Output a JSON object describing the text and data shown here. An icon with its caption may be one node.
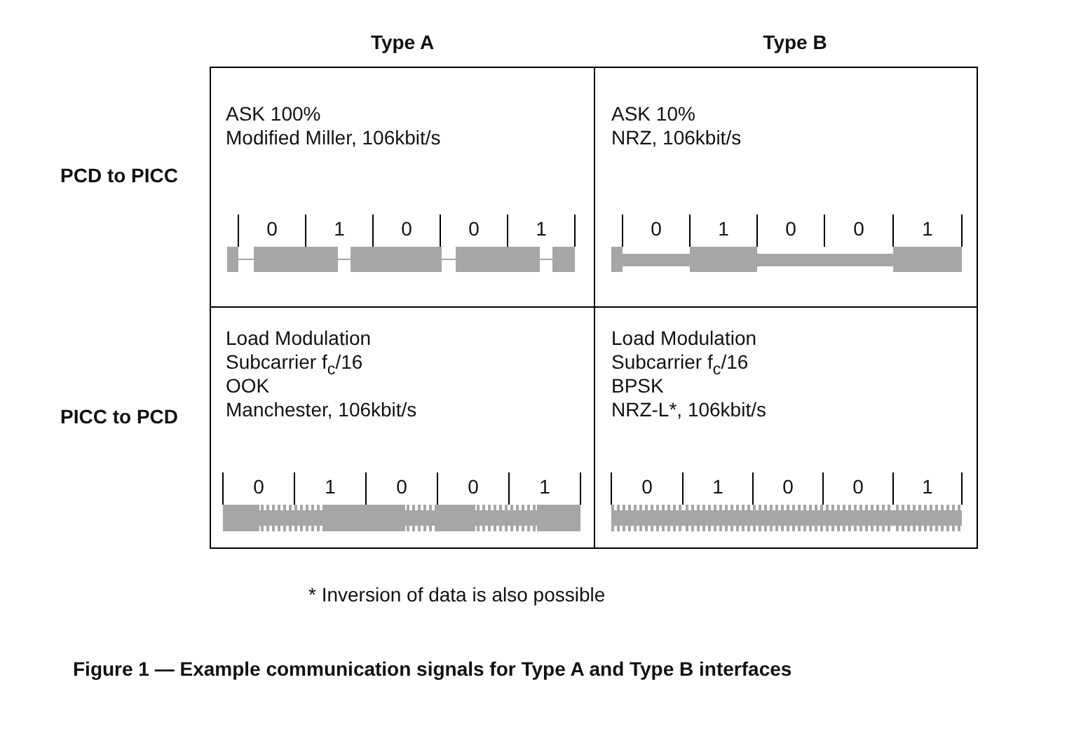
{
  "diagram": {
    "caption": "Figure 1 — Example communication signals for Type A and Type B interfaces",
    "labels": [
      "Type A",
      "Type B",
      "PCD to PICC",
      "ASK 100%",
      "Modified Miller, 106kbit/s",
      "ASK 10%",
      "NRZ, 106kbit/s",
      "0",
      "1",
      "0",
      "0",
      "1",
      "0",
      "1",
      "0",
      "0",
      "1",
      "PICC to PCD",
      "Load Modulation",
      "Subcarrier f$_{c}$/16",
      "OOK",
      "Manchester, 106kbit/s",
      "Load Modulation",
      "Subcarrier f$_{c}$/16",
      "BPSK",
      "NRZ-L*, 106kbit/s",
      "0",
      "1",
      "0",
      "0",
      "1",
      "0",
      "1",
      "0",
      "0",
      "1",
      "* Inversion of data is also possible"
    ]
  }
}
